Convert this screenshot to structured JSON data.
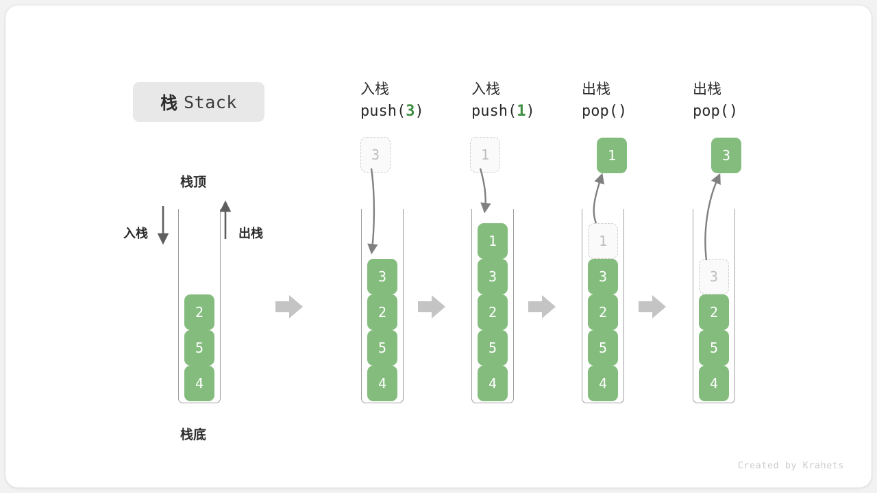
{
  "title": {
    "cn": "栈",
    "en": "Stack"
  },
  "labels": {
    "top": "栈顶",
    "bottom": "栈底",
    "push": "入栈",
    "pop": "出栈"
  },
  "colors": {
    "element": "#84bc7e",
    "ghost_border": "#cfcfcf",
    "ghost_text": "#bdbdbd",
    "arrow": "#808080",
    "flow_arrow": "#c4c4c4",
    "code_highlight": "#3e8e41",
    "title_chip": "#e8e8e8"
  },
  "stages": [
    {
      "name": "initial",
      "header_cn": "",
      "header_code": "",
      "header_code_num": "",
      "stack": [
        "4",
        "5",
        "2"
      ],
      "ghost_index": -1,
      "float_value": "",
      "float_kind": "",
      "arrow": "none"
    },
    {
      "name": "push-3",
      "header_cn": "入栈",
      "header_code_prefix": "push(",
      "header_code_num": "3",
      "header_code_suffix": ")",
      "stack": [
        "4",
        "5",
        "2",
        "3"
      ],
      "ghost_index": -1,
      "float_value": "3",
      "float_kind": "ghost",
      "arrow": "down"
    },
    {
      "name": "push-1",
      "header_cn": "入栈",
      "header_code_prefix": "push(",
      "header_code_num": "1",
      "header_code_suffix": ")",
      "stack": [
        "4",
        "5",
        "2",
        "3",
        "1"
      ],
      "ghost_index": -1,
      "float_value": "1",
      "float_kind": "ghost",
      "arrow": "down"
    },
    {
      "name": "pop-1",
      "header_cn": "出栈",
      "header_code_prefix": "pop(",
      "header_code_num": "",
      "header_code_suffix": ")",
      "stack": [
        "4",
        "5",
        "2",
        "3",
        "1"
      ],
      "ghost_index": 4,
      "float_value": "1",
      "float_kind": "solid",
      "arrow": "up"
    },
    {
      "name": "pop-3",
      "header_cn": "出栈",
      "header_code_prefix": "pop(",
      "header_code_num": "",
      "header_code_suffix": ")",
      "stack": [
        "4",
        "5",
        "2",
        "3"
      ],
      "ghost_index": 3,
      "float_value": "3",
      "float_kind": "solid",
      "arrow": "up"
    }
  ],
  "credit": "Created by Krahets"
}
